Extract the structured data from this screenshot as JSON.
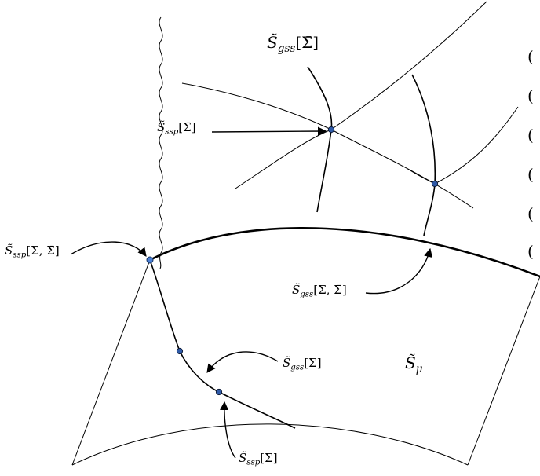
{
  "labels": {
    "s_gss_bar": {
      "main": "S̃",
      "sub": "gss",
      "arg": "[Σ̄]"
    },
    "s_ssp_bar": {
      "main": "S̃",
      "sub": "ssp",
      "arg": "[Σ̄]"
    },
    "s_ssp_sigma_bar": {
      "main": "S̃",
      "sub": "ssp",
      "arg": "[Σ, Σ̄]"
    },
    "s_gss_sigma_bar": {
      "main": "S̃",
      "sub": "gss",
      "arg": "[Σ, Σ̄]"
    },
    "s_gss_sigma": {
      "main": "S̃",
      "sub": "gss",
      "arg": "[Σ]"
    },
    "s_mu": {
      "main": "S̃",
      "sub": "μ",
      "arg": ""
    },
    "s_ssp_sigma": {
      "main": "S̃",
      "sub": "ssp",
      "arg": "[Σ]"
    }
  },
  "edge_marks": [
    "(",
    "(",
    "(",
    "(",
    "(",
    "("
  ],
  "colors": {
    "node": "#2f5aa8",
    "node_light": "#4a7fd6",
    "stroke": "#000000"
  }
}
